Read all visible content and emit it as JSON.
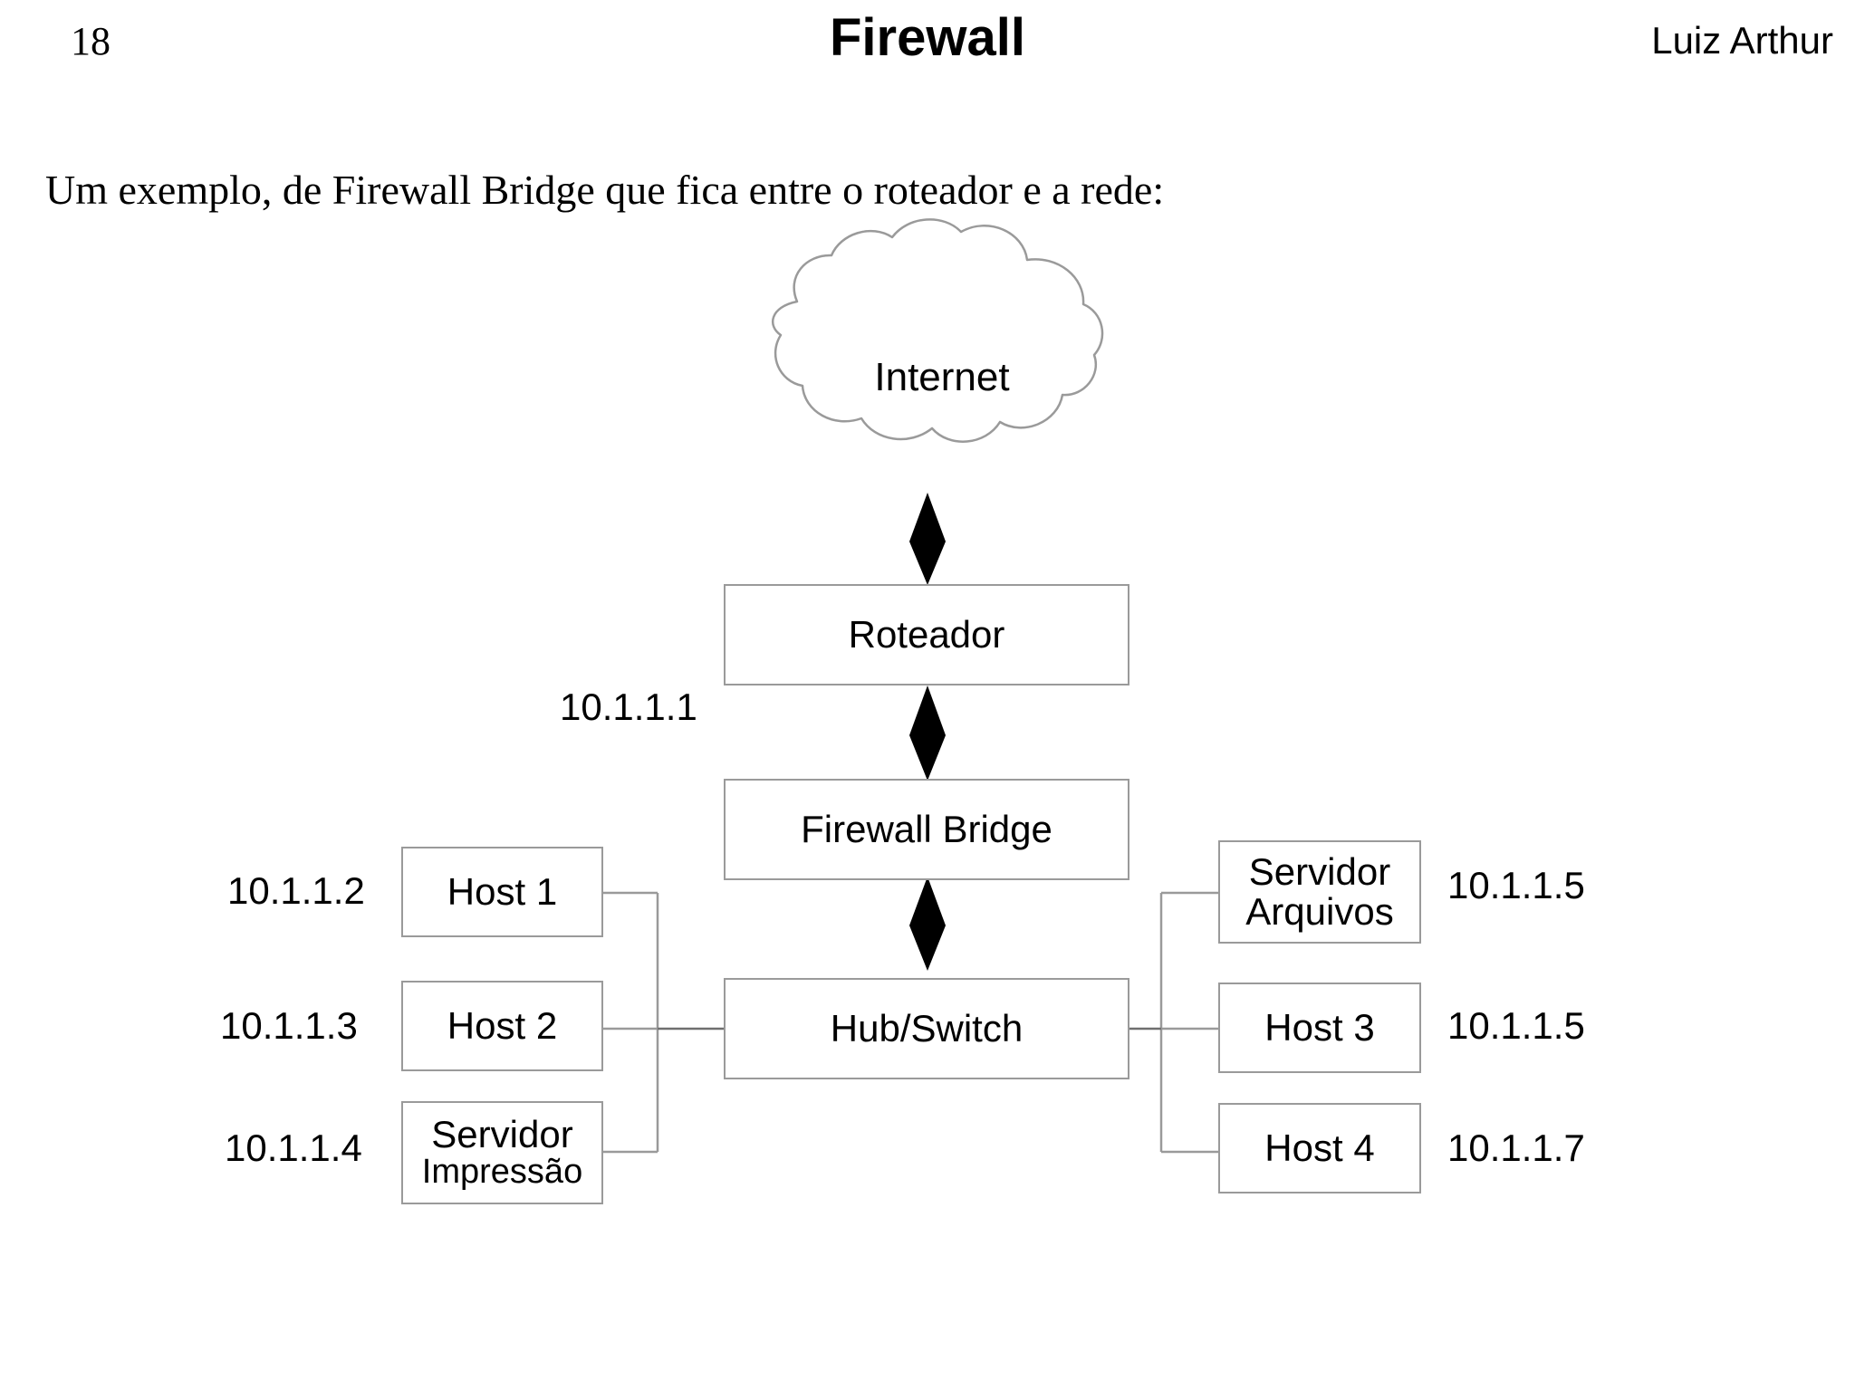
{
  "header": {
    "page_number": "18",
    "title": "Firewall",
    "author": "Luiz Arthur"
  },
  "body": {
    "intro_text": "Um exemplo, de Firewall Bridge que fica entre o roteador e a rede:"
  },
  "diagram": {
    "cloud": {
      "label": "Internet"
    },
    "nodes": {
      "router": {
        "label": "Roteador"
      },
      "firewall": {
        "label": "Firewall Bridge"
      },
      "hub": {
        "label": "Hub/Switch"
      },
      "host1": {
        "label": "Host 1"
      },
      "host2": {
        "label": "Host 2"
      },
      "print_server": {
        "label_line1": "Servidor",
        "label_line2": "Impressão"
      },
      "file_server": {
        "label_line1": "Servidor",
        "label_line2": "Arquivos"
      },
      "host3": {
        "label": "Host 3"
      },
      "host4": {
        "label": "Host 4"
      }
    },
    "ip_labels": {
      "router_ip": "10.1.1.1",
      "host1_ip": "10.1.1.2",
      "host2_ip": "10.1.1.3",
      "print_server_ip": "10.1.1.4",
      "file_server_ip": "10.1.1.5",
      "host3_ip": "10.1.1.5",
      "host4_ip": "10.1.1.7"
    },
    "colors": {
      "box_stroke": "#9a9a9a",
      "line_stroke": "#9a9a9a",
      "arrow_fill": "#000000",
      "text": "#000000",
      "background": "#ffffff"
    }
  }
}
